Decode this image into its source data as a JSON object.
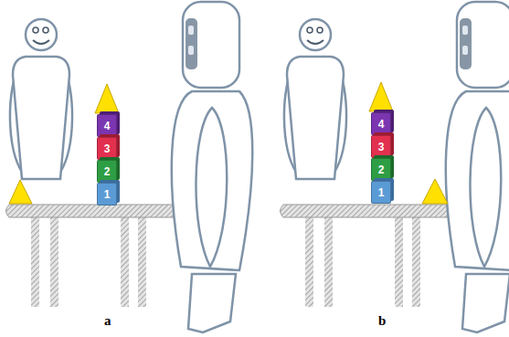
{
  "diagram": {
    "nodes": [
      {
        "text": [
          "4"
        ]
      },
      {
        "text": [
          "3"
        ]
      },
      {
        "text": [
          "2"
        ]
      },
      {
        "text": [
          "1"
        ]
      },
      {
        "text": [
          "4"
        ]
      },
      {
        "text": [
          "3"
        ]
      },
      {
        "text": [
          "2"
        ]
      },
      {
        "text": [
          "1"
        ]
      }
    ],
    "labels": [
      "a",
      "b"
    ]
  }
}
